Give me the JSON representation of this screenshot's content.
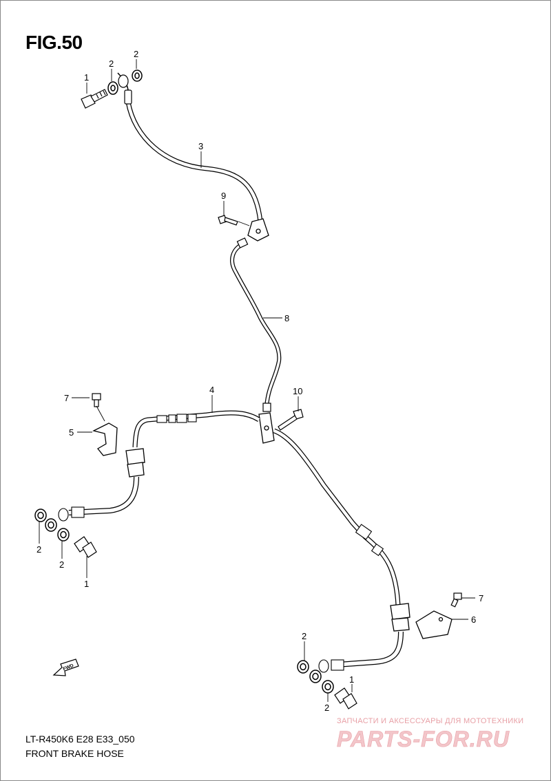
{
  "figure": {
    "title": "FIG.50",
    "model_code": "LT-R450K6 E28 E33_050",
    "caption": "FRONT BRAKE HOSE"
  },
  "callouts": [
    {
      "label": "1"
    },
    {
      "label": "2"
    },
    {
      "label": "2"
    },
    {
      "label": "3"
    },
    {
      "label": "9"
    },
    {
      "label": "8"
    },
    {
      "label": "7"
    },
    {
      "label": "4"
    },
    {
      "label": "10"
    },
    {
      "label": "5"
    },
    {
      "label": "2"
    },
    {
      "label": "2"
    },
    {
      "label": "1"
    },
    {
      "label": "7"
    },
    {
      "label": "6"
    },
    {
      "label": "2"
    },
    {
      "label": "1"
    },
    {
      "label": "2"
    }
  ],
  "direction_badge": "FWD",
  "watermark": {
    "tagline": "ЗАПЧАСТИ И АКСЕССУАРЫ ДЛЯ МОТОТЕХНИКИ",
    "brand": "PARTS-FOR.RU",
    "colors": {
      "text": "#e8a0a6",
      "logo": "#f3c6ca"
    }
  },
  "colors": {
    "line": "#000000",
    "background": "#ffffff"
  }
}
